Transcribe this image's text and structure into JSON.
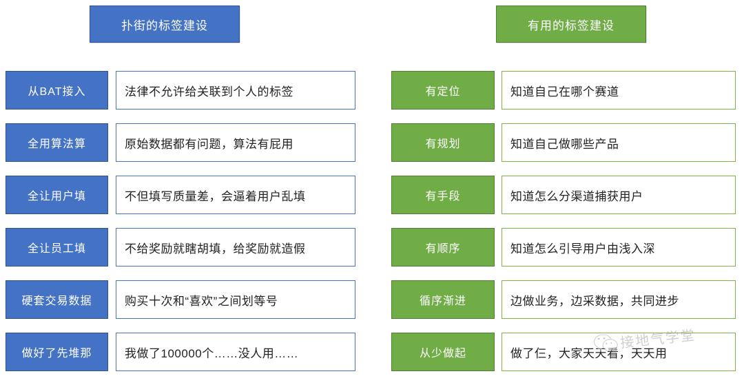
{
  "colors": {
    "blue_fill": "#4472C4",
    "blue_border": "#2F528F",
    "green_fill": "#70AD47",
    "green_border": "#507E32",
    "desc_text": "#222222",
    "background": "#FFFFFF"
  },
  "columns": [
    {
      "id": "bad",
      "header": "扑街的标签建设",
      "accent": "#4472C4",
      "rows": [
        {
          "tag": "从BAT接入",
          "desc": "法律不允许给关联到个人的标签"
        },
        {
          "tag": "全用算法算",
          "desc": "原始数据都有问题，算法有屁用"
        },
        {
          "tag": "全让用户填",
          "desc": "不但填写质量差，会逼着用户乱填"
        },
        {
          "tag": "全让员工填",
          "desc": "不给奖励就瞎胡填，给奖励就造假"
        },
        {
          "tag": "硬套交易数据",
          "desc": "购买十次和“喜欢”之间划等号"
        },
        {
          "tag": "做好了先堆那",
          "desc": "我做了100000个……没人用……"
        }
      ]
    },
    {
      "id": "good",
      "header": "有用的标签建设",
      "accent": "#70AD47",
      "rows": [
        {
          "tag": "有定位",
          "desc": "知道自己在哪个赛道"
        },
        {
          "tag": "有规划",
          "desc": "知道自己做哪些产品"
        },
        {
          "tag": "有手段",
          "desc": "知道怎么分渠道捕获用户"
        },
        {
          "tag": "有顺序",
          "desc": "知道怎么引导用户由浅入深"
        },
        {
          "tag": "循序渐进",
          "desc": "边做业务，边采数据，共同进步"
        },
        {
          "tag": "从少做起",
          "desc": "做了仨，大家天天看，天天用"
        }
      ]
    }
  ],
  "watermark": {
    "text": "接地气学堂",
    "icon": "wechat-logo-icon"
  }
}
